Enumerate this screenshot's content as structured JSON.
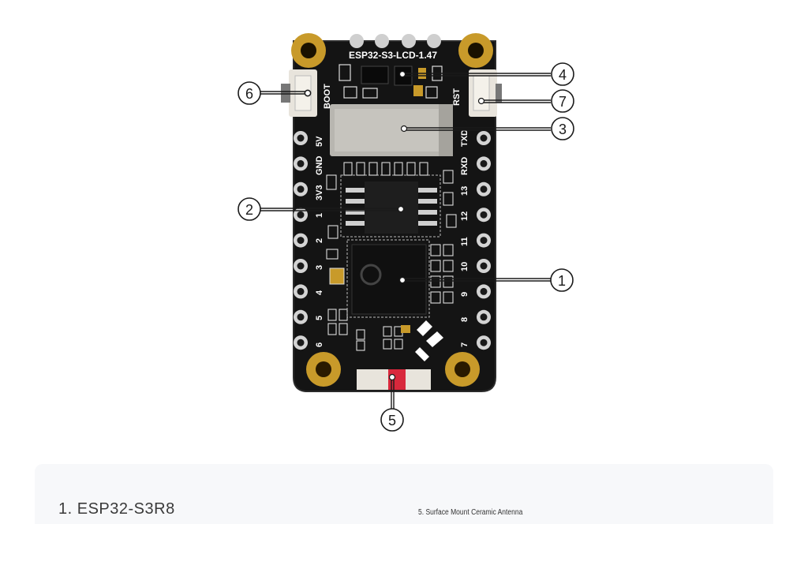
{
  "figure": {
    "board_label": "ESP32-S3-LCD-1.47",
    "silkscreen": {
      "boot": "BOOT",
      "rst": "RST",
      "left_pins": [
        "5V",
        "GND",
        "3V3",
        "1",
        "2",
        "3",
        "4",
        "5",
        "6"
      ],
      "right_pins": [
        "TXD",
        "RXD",
        "13",
        "12",
        "11",
        "10",
        "9",
        "8",
        "7"
      ]
    },
    "callouts": [
      "1",
      "2",
      "3",
      "4",
      "5",
      "6",
      "7"
    ]
  },
  "legend": {
    "item_1": "1. ESP32-S3R8",
    "item_5": "5. Surface Mount Ceramic Antenna"
  },
  "colors": {
    "pcb": "#141414",
    "gold": "#c89a2a",
    "shield": "#b8b6b0",
    "panel": "#f7f8fa"
  }
}
